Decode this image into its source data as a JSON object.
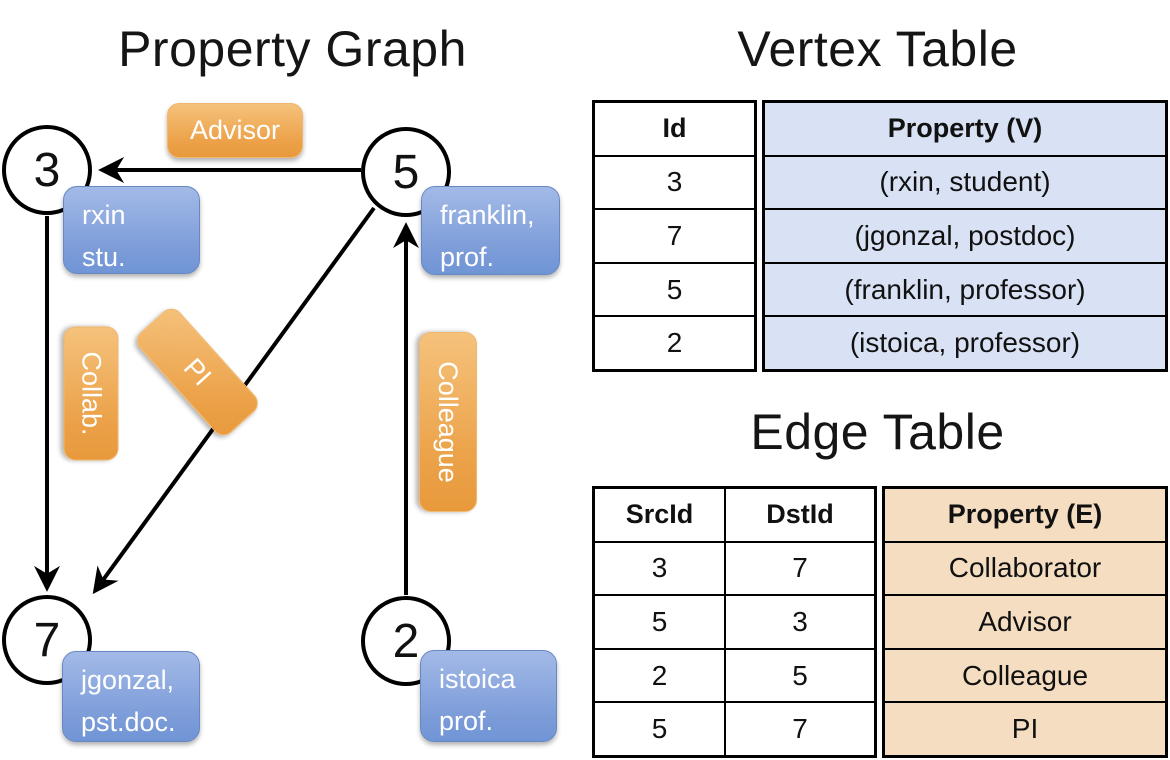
{
  "titles": {
    "graph": "Property Graph",
    "vertex_table": "Vertex Table",
    "edge_table": "Edge Table"
  },
  "graph": {
    "vertices": [
      {
        "id": "3",
        "line1": "rxin",
        "line2": "stu."
      },
      {
        "id": "5",
        "line1": "franklin,",
        "line2": "prof."
      },
      {
        "id": "7",
        "line1": "jgonzal,",
        "line2": "pst.doc."
      },
      {
        "id": "2",
        "line1": "istoica",
        "line2": "prof."
      }
    ],
    "edge_labels": {
      "advisor": "Advisor",
      "collab": "Collab.",
      "pi": "PI",
      "colleague": "Colleague"
    }
  },
  "vertex_table": {
    "headers": {
      "id": "Id",
      "property": "Property (V)"
    },
    "rows": [
      {
        "id": "3",
        "property": "(rxin, student)"
      },
      {
        "id": "7",
        "property": "(jgonzal, postdoc)"
      },
      {
        "id": "5",
        "property": "(franklin, professor)"
      },
      {
        "id": "2",
        "property": "(istoica, professor)"
      }
    ]
  },
  "edge_table": {
    "headers": {
      "src": "SrcId",
      "dst": "DstId",
      "property": "Property (E)"
    },
    "rows": [
      {
        "src": "3",
        "dst": "7",
        "property": "Collaborator"
      },
      {
        "src": "5",
        "dst": "3",
        "property": "Advisor"
      },
      {
        "src": "2",
        "dst": "5",
        "property": "Colleague"
      },
      {
        "src": "5",
        "dst": "7",
        "property": "PI"
      }
    ]
  },
  "colors": {
    "edge_label_orange": "#eca249",
    "vertex_label_blue": "#7b9bd8",
    "vertex_table_fill": "#d9e2f4",
    "edge_table_fill": "#f4ddc1",
    "line_black": "#000000"
  }
}
